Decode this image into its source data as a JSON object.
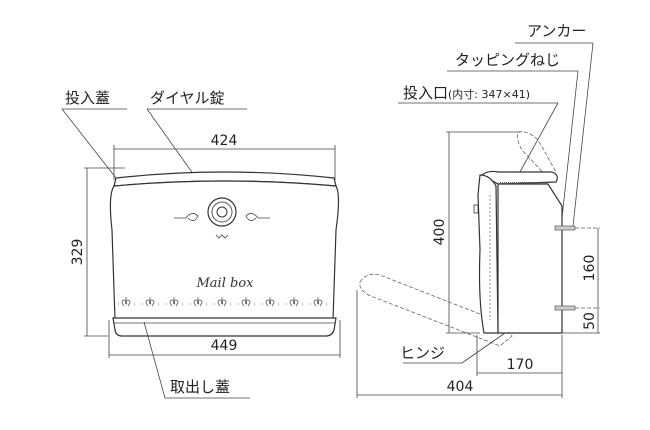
{
  "front_view": {
    "label_slot_lid": "投入蓋",
    "label_dial_lock": "ダイヤル錠",
    "label_retrieval_lid": "取出し蓋",
    "emblem_text": "Mail box",
    "dim_top_width": "424",
    "dim_bottom_width": "449",
    "dim_height": "329"
  },
  "side_view": {
    "label_anchor": "アンカー",
    "label_tapping_screw": "タッピングねじ",
    "label_slot": "投入口",
    "label_slot_inner": "(内寸: 347×41)",
    "label_hinge": "ヒンジ",
    "dim_height": "400",
    "dim_anchor_spacing": "160",
    "dim_anchor_bottom": "50",
    "dim_depth": "170",
    "dim_open_depth": "404"
  }
}
